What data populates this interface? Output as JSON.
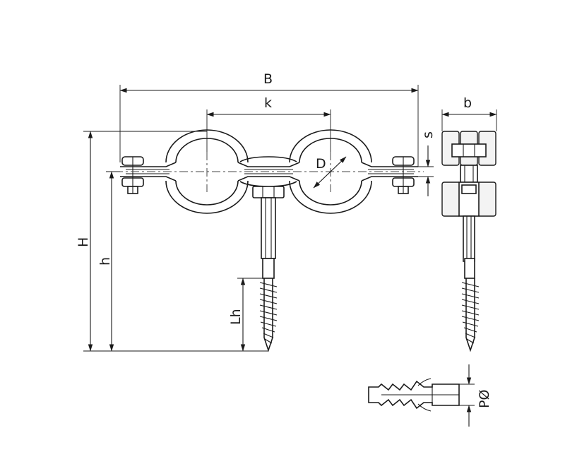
{
  "dimensions": {
    "B": "B",
    "k": "k",
    "b": "b",
    "s": "s",
    "D": "D",
    "H": "H",
    "h": "h",
    "Lh": "Lh",
    "P": "PØ"
  },
  "colors": {
    "line": "#1a1a1a",
    "background": "#ffffff",
    "pad": "#f3f3f3"
  }
}
